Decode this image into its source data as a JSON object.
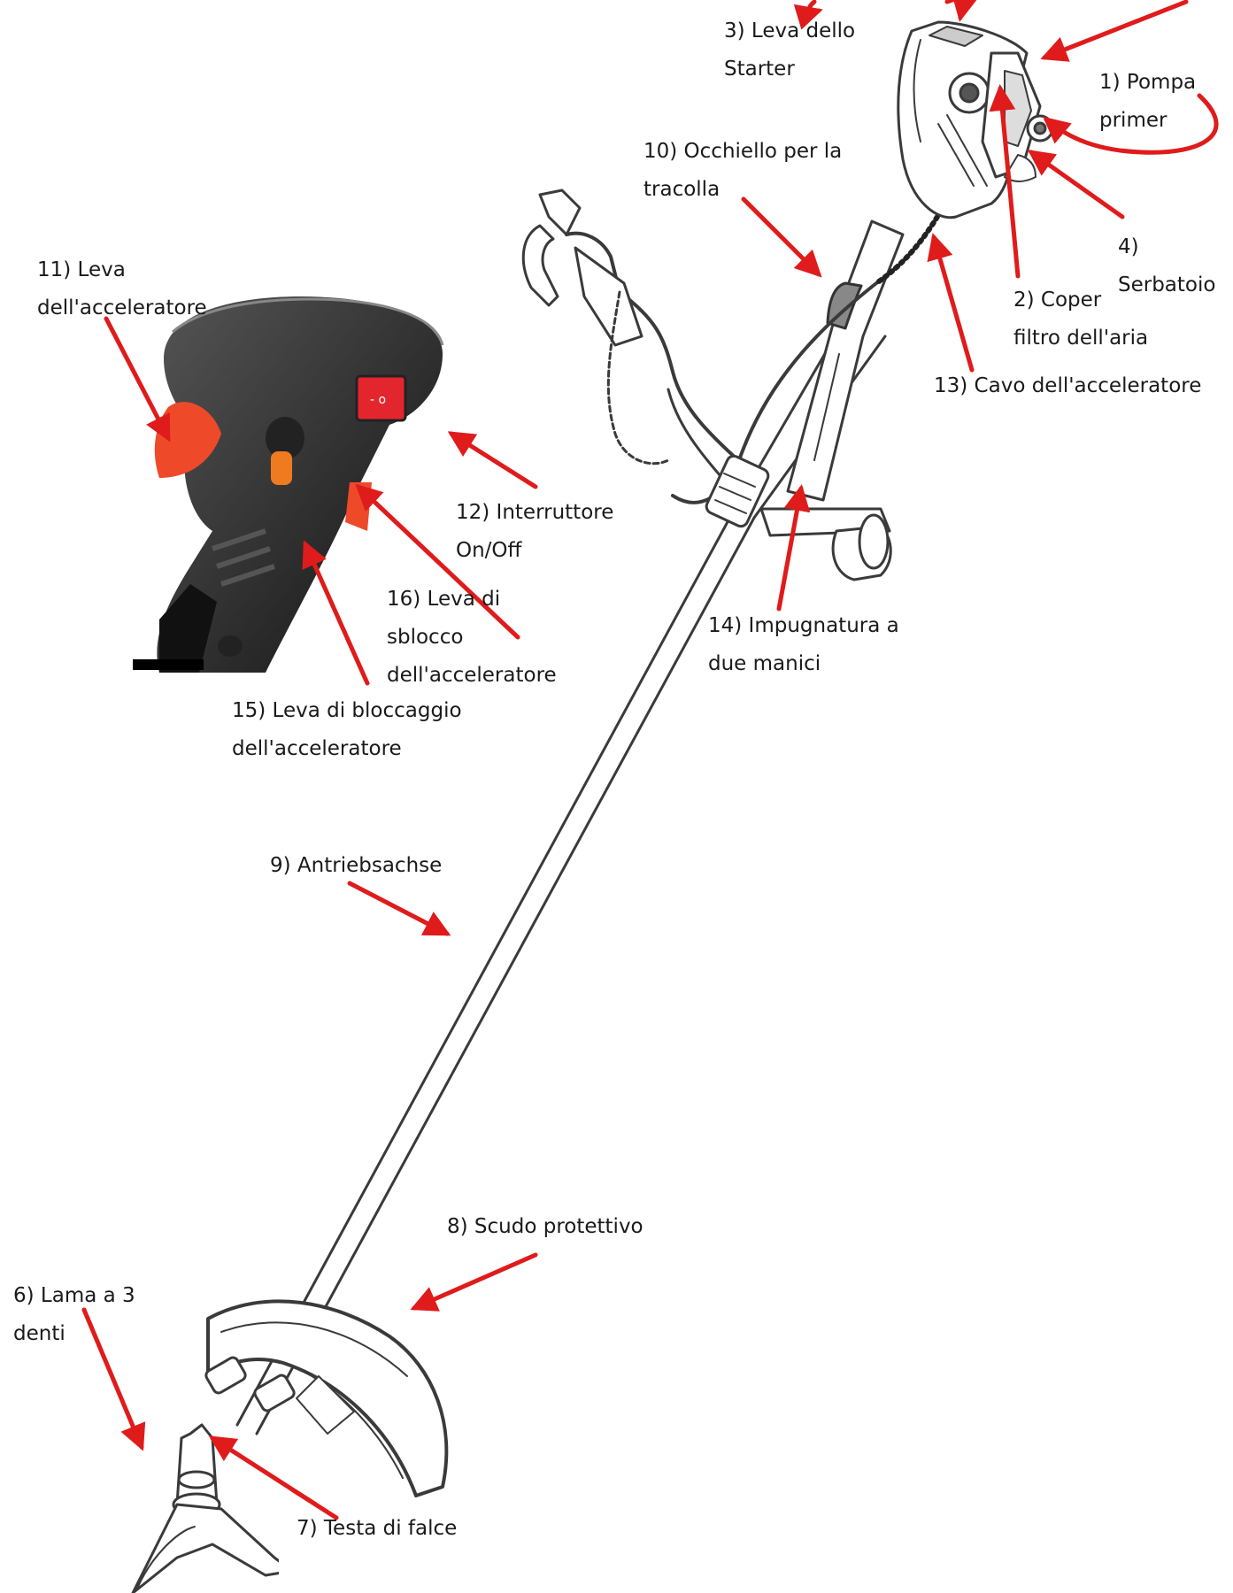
{
  "diagram": {
    "colors": {
      "arrow": "#e01b1b",
      "line": "#3a3a3a",
      "handle_body": "#2b2b2b",
      "handle_accent": "#ee4a2a"
    },
    "labels": [
      {
        "id": "pompa-primer",
        "lines": [
          "1) Pompa",
          "primer"
        ]
      },
      {
        "id": "coper-filtro",
        "lines": [
          "2) Coper",
          "filtro dell'aria"
        ]
      },
      {
        "id": "leva-starter",
        "lines": [
          "3) Leva dello",
          "Starter"
        ]
      },
      {
        "id": "serbatoio",
        "lines": [
          "4)",
          "Serbatoio"
        ]
      },
      {
        "id": "lama-3-denti",
        "lines": [
          "6) Lama a 3",
          "denti"
        ]
      },
      {
        "id": "testa-falce",
        "lines": [
          "7) Testa di falce"
        ]
      },
      {
        "id": "scudo-protettivo",
        "lines": [
          "8) Scudo protettivo"
        ]
      },
      {
        "id": "antriebsachse",
        "lines": [
          "9) Antriebsachse"
        ]
      },
      {
        "id": "occhiello-tracolla",
        "lines": [
          "10) Occhiello per la",
          "tracolla"
        ]
      },
      {
        "id": "leva-acceleratore",
        "lines": [
          "11) Leva",
          "dell'acceleratore"
        ]
      },
      {
        "id": "interruttore",
        "lines": [
          "12) Interruttore",
          "On/Off"
        ]
      },
      {
        "id": "cavo-acceleratore",
        "lines": [
          "13) Cavo dell'acceleratore"
        ]
      },
      {
        "id": "impugnatura",
        "lines": [
          "14) Impugnatura a",
          "due manici"
        ]
      },
      {
        "id": "leva-bloccaggio",
        "lines": [
          "15) Leva di bloccaggio",
          "dell'acceleratore"
        ]
      },
      {
        "id": "leva-sblocco",
        "lines": [
          "16) Leva di",
          "sblocco",
          "dell'acceleratore"
        ]
      }
    ]
  }
}
